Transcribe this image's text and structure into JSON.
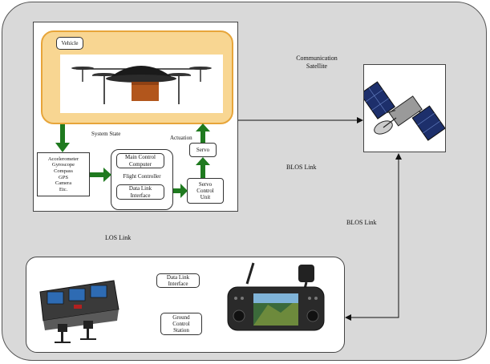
{
  "vehicle": {
    "label": "Vehicle"
  },
  "labels": {
    "system_state": "System State",
    "actuation": "Actuation",
    "communication_satellite": [
      "Communication",
      "Satellite"
    ],
    "blos_link_upper": "BLOS Link",
    "blos_link_right": "BLOS Link",
    "los_link": "LOS Link"
  },
  "sensors": {
    "lines": [
      "Accelerometer",
      "Gyroscope",
      "Compass",
      "GPS",
      "Camera",
      "Etc."
    ]
  },
  "flight_controller": {
    "title": "Flight Controller",
    "main_computer": [
      "Main Control",
      "Computer"
    ],
    "data_link": [
      "Data Link",
      "Interface"
    ]
  },
  "servo": {
    "label": "Servo"
  },
  "servo_control_unit": {
    "lines": [
      "Servo",
      "Control",
      "Unit"
    ]
  },
  "ground": {
    "data_link": [
      "Data Link",
      "Interface"
    ],
    "station": [
      "Ground",
      "Control",
      "Station"
    ]
  },
  "colors": {
    "outer_bg": "#d9d9d9",
    "vehicle_fill": "#f8d692",
    "vehicle_border": "#e7a53a",
    "arrow_green": "#1f7a1f"
  }
}
